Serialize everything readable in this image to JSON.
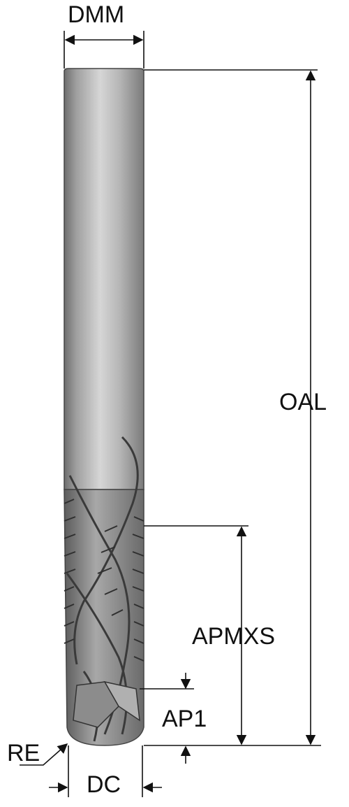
{
  "figure": {
    "labels": {
      "dmm": "DMM",
      "oal": "OAL",
      "apmxs": "APMXS",
      "ap1": "AP1",
      "re": "RE",
      "dc": "DC"
    }
  },
  "colors": {
    "line": "#111111",
    "tool_light": "#c9c9c9",
    "tool_mid": "#9a9a9a",
    "tool_dark": "#555555"
  }
}
